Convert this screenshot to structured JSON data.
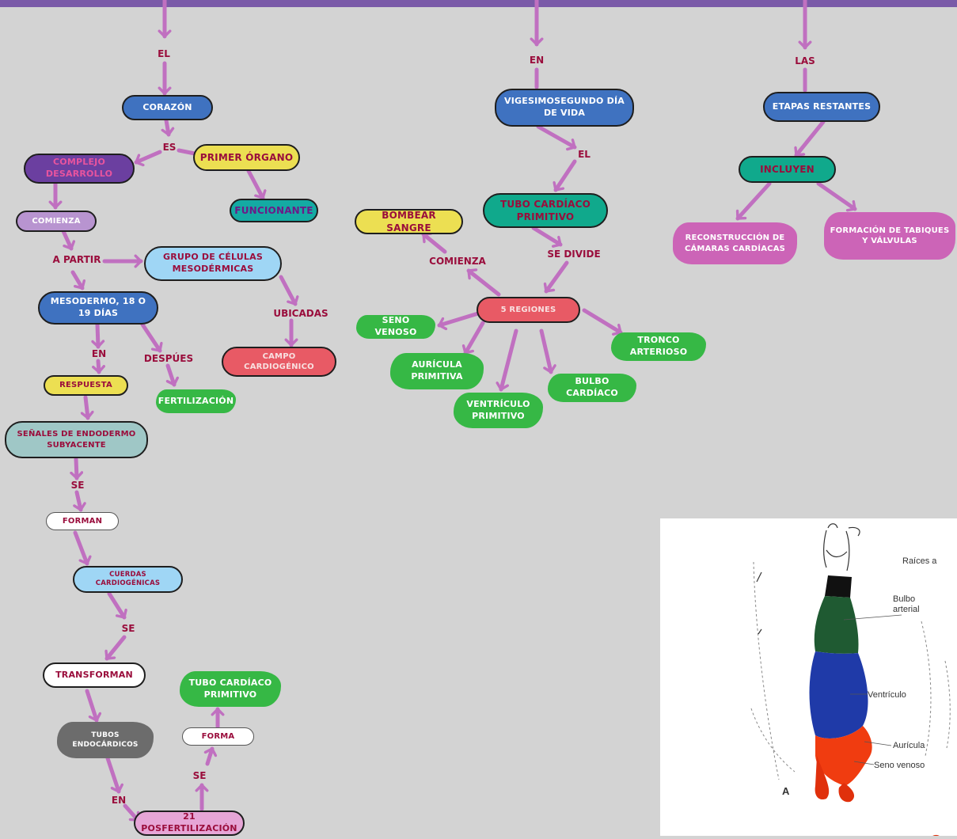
{
  "nodes": {
    "corazon": "CORAZÓN",
    "complejo": "COMPLEJO DESARROLLO",
    "primer_organo": "PRIMER ÓRGANO",
    "funcionante": "FUNCIONANTE",
    "comienza_box": "COMIENZA",
    "grupo_celulas": "GRUPO DE CÉLULAS MESODÉRMICAS",
    "mesodermo": "MESODERMO, 18 O 19 DÍAS",
    "campo": "CAMPO CARDIOGÉNICO",
    "respuesta": "RESPUESTA",
    "fertilizacion": "FERTILIZACIÓN",
    "senales": "SEÑALES DE ENDODERMO SUBYACENTE",
    "forman": "FORMAN",
    "cuerdas": "CUERDAS CARDIOGÉNICAS",
    "transforman": "TRANSFORMAN",
    "tubo_prim_left": "TUBO CARDÍACO PRIMITIVO",
    "forma": "FORMA",
    "tubos_endo": "TUBOS ENDOCÁRDICOS",
    "posfert": "21 POSFERTILIZACIÓN",
    "vigesimo": "VIGESIMOSEGUNDO DÍA DE VIDA",
    "tubo_prim_mid": "TUBO CARDÍACO PRIMITIVO",
    "bombear": "BOMBEAR SANGRE",
    "regiones": "5 REGIONES",
    "seno_venoso": "SENO VENOSO",
    "tronco": "TRONCO ARTERIOSO",
    "auricula": "AURÍCULA PRIMITIVA",
    "bulbo": "BULBO CARDÍACO",
    "ventriculo": "VENTRÍCULO PRIMITIVO",
    "etapas": "ETAPAS RESTANTES",
    "incluyen": "INCLUYEN",
    "reconstruccion": "RECONSTRUCCIÓN DE CÁMARAS CARDÍACAS",
    "formacion": "FORMACIÓN DE TABIQUES Y VÁLVULAS"
  },
  "connectors": {
    "el_top": "EL",
    "es": "ES",
    "a_partir": "A PARTIR",
    "ubicadas": "UBICADAS",
    "en_left": "EN",
    "despues": "DESPÚES",
    "se_1": "SE",
    "se_2": "SE",
    "se_3": "SE",
    "en_bottom": "EN",
    "en_mid": "EN",
    "el_mid": "EL",
    "se_divide": "SE DIVIDE",
    "comienza_mid": "COMIENZA",
    "las": "LAS"
  },
  "figure": {
    "raices": "Raíces a",
    "bulbo_arterial": "Bulbo arterial",
    "ventriculo": "Ventrículo",
    "auricula": "Aurícula",
    "seno_venoso": "Seno venoso",
    "panel": "A"
  },
  "colors": {
    "background": "#d3d3d3",
    "arrow": "#c070c0",
    "text_wine": "#9a0d3c",
    "blue": "#3f72c0",
    "purple": "#6b3fa0",
    "lilac": "#b894d0",
    "light_blue": "#9fd6f5",
    "teal": "#10a98c",
    "yellow": "#ecdf52",
    "green": "#36b845",
    "red": "#e85a65",
    "pink": "#e6a5d6",
    "mauve": "#cc64b7",
    "gray": "#6c6c6c",
    "teal_gray": "#9fc7c6"
  }
}
